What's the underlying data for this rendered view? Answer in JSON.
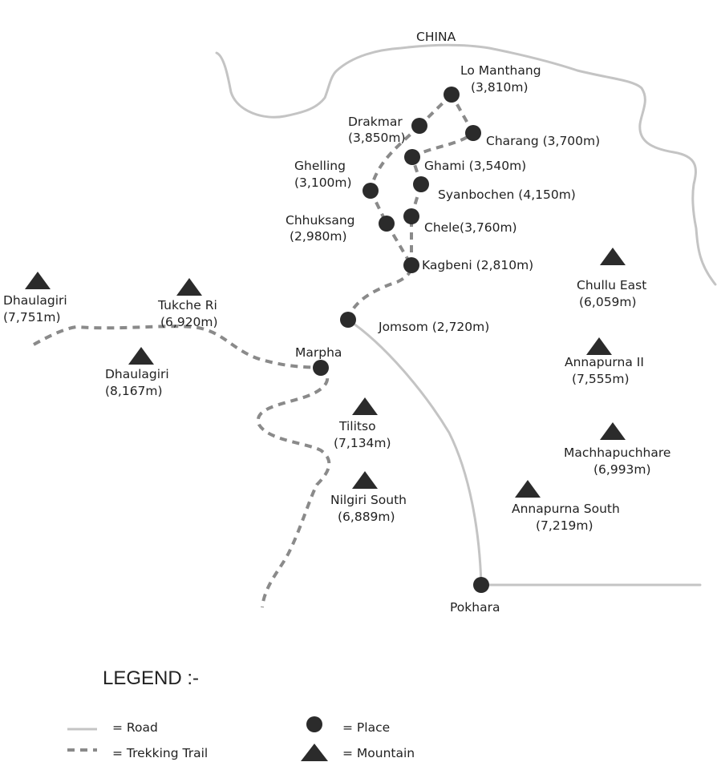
{
  "colors": {
    "road": "#c4c4c4",
    "trail": "#8a8a8a",
    "border": "#c4c4c4",
    "marker": "#2b2b2b",
    "text": "#222222"
  },
  "border_label": "CHINA",
  "places": {
    "lo_manthang": {
      "name": "Lo Manthang",
      "elev": "(3,810m)"
    },
    "drakmar": {
      "name": "Drakmar",
      "elev": "(3,850m)"
    },
    "charang": {
      "label": "Charang (3,700m)"
    },
    "ghelling": {
      "name": "Ghelling",
      "elev": "(3,100m)"
    },
    "ghami": {
      "label": "Ghami (3,540m)"
    },
    "syanbochen": {
      "label": "Syanbochen (4,150m)"
    },
    "chhuksang": {
      "name": "Chhuksang",
      "elev": "(2,980m)"
    },
    "chele": {
      "label": "Chele(3,760m)"
    },
    "kagbeni": {
      "label": "Kagbeni (2,810m)"
    },
    "jomsom": {
      "label": "Jomsom (2,720m)"
    },
    "marpha": {
      "name": "Marpha"
    },
    "pokhara": {
      "name": "Pokhara"
    }
  },
  "mountains": {
    "dhaulagiri_1": {
      "name": "Dhaulagiri",
      "elev": "(7,751m)"
    },
    "tukche_ri": {
      "name": "Tukche Ri",
      "elev": "(6,920m)"
    },
    "dhaulagiri_2": {
      "name": "Dhaulagiri",
      "elev": "(8,167m)"
    },
    "tilitso": {
      "name": "Tilitso",
      "elev": "(7,134m)"
    },
    "nilgiri_south": {
      "name": "Nilgiri South",
      "elev": "(6,889m)"
    },
    "chullu_east": {
      "name": "Chullu East",
      "elev": "(6,059m)"
    },
    "annapurna_ii": {
      "name": "Annapurna II",
      "elev": "(7,555m)"
    },
    "machhapuchhare": {
      "name": "Machhapuchhare",
      "elev": "(6,993m)"
    },
    "annapurna_south": {
      "name": "Annapurna South",
      "elev": "(7,219m)"
    }
  },
  "legend": {
    "title": "LEGEND :-",
    "road": "=  Road",
    "trail": "=  Trekking Trail",
    "place": "=  Place",
    "mountain": "=  Mountain"
  }
}
